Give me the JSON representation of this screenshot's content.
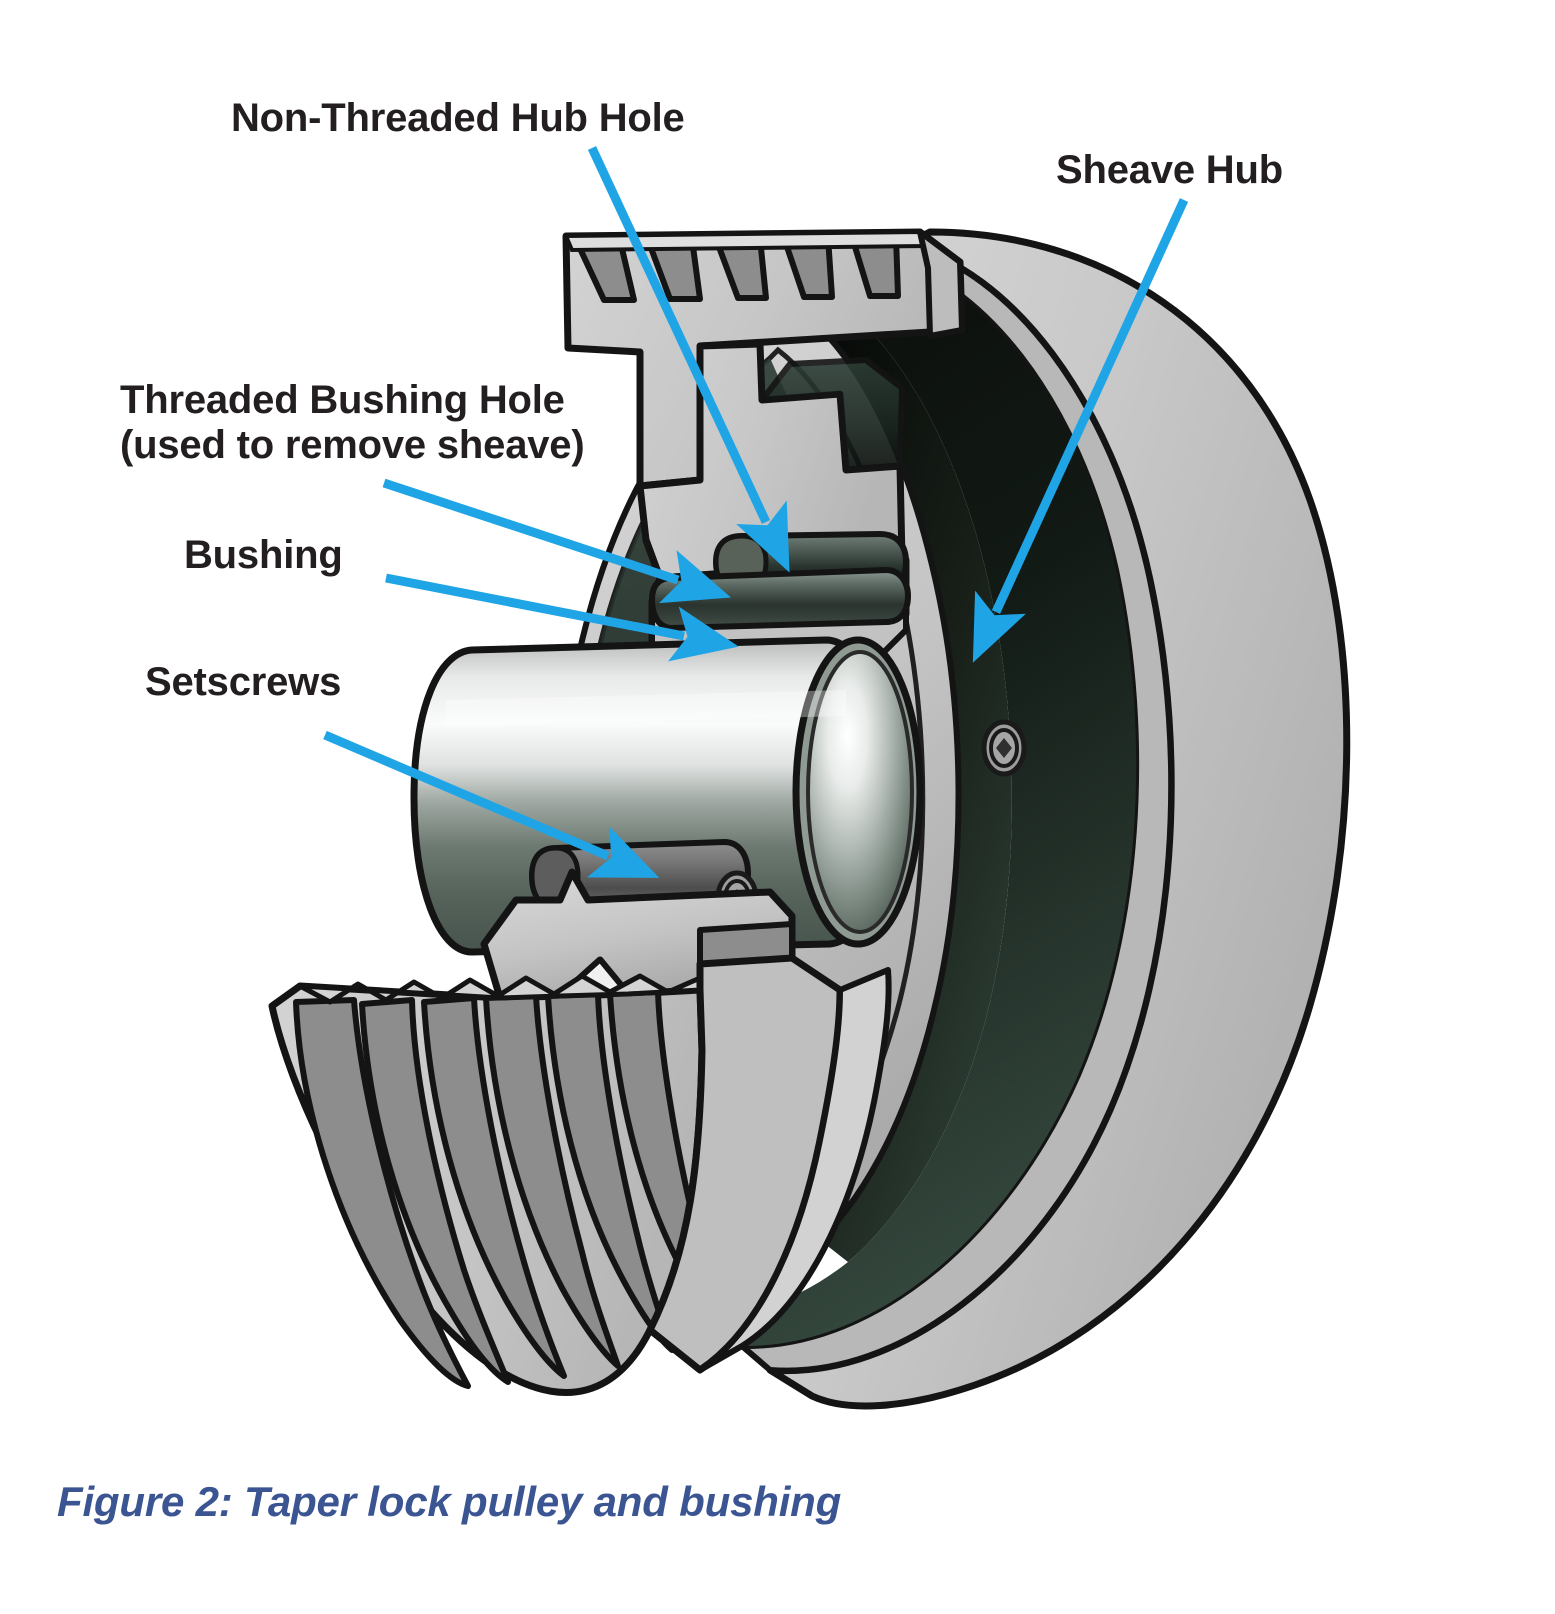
{
  "figure": {
    "caption": "Figure 2: Taper lock pulley and bushing",
    "caption_color": "#3b5592",
    "background_color": "#ffffff"
  },
  "colors": {
    "leader_line": "#1fa5e6",
    "label_text": "#231f20",
    "outline": "#1a1a1a",
    "body_light_gray": "#c9c9c9",
    "body_mid_gray": "#b4b4b4",
    "groove_face_gray": "#8d8d8d",
    "interior_dark_green": "#2c3b33",
    "interior_black": "#0a0d0b",
    "shaft_chrome_light": "#f2f3f3",
    "shaft_chrome_dark": "#4e5a52",
    "setscrew_gray": "#9d9d9d"
  },
  "labels": [
    {
      "id": "non-threaded-hub-hole",
      "text": "Non-Threaded Hub Hole",
      "lines": [
        "Non-Threaded Hub Hole"
      ]
    },
    {
      "id": "sheave-hub",
      "text": "Sheave Hub",
      "lines": [
        "Sheave Hub"
      ]
    },
    {
      "id": "threaded-bushing-hole",
      "text": "Threaded Bushing Hole\n(used to remove sheave)",
      "lines": [
        "Threaded Bushing Hole",
        "(used to remove sheave)"
      ]
    },
    {
      "id": "bushing",
      "text": "Bushing",
      "lines": [
        "Bushing"
      ]
    },
    {
      "id": "setscrews",
      "text": "Setscrews",
      "lines": [
        "Setscrews"
      ]
    }
  ],
  "label_text": {
    "non_threaded_hub_hole": "Non-Threaded Hub Hole",
    "sheave_hub": "Sheave Hub",
    "threaded_bushing_hole_line1": "Threaded Bushing Hole",
    "threaded_bushing_hole_line2": "(used to remove sheave)",
    "bushing": "Bushing",
    "setscrews": "Setscrews"
  },
  "illustration": {
    "subject": "taper lock pulley and bushing cutaway",
    "view": "three-quarter cross-section",
    "parts": [
      "V-belt sheave with six grooves",
      "sheave hub",
      "taper lock bushing",
      "threaded bushing hole",
      "non-threaded hub hole",
      "two setscrews",
      "chrome shaft"
    ]
  }
}
